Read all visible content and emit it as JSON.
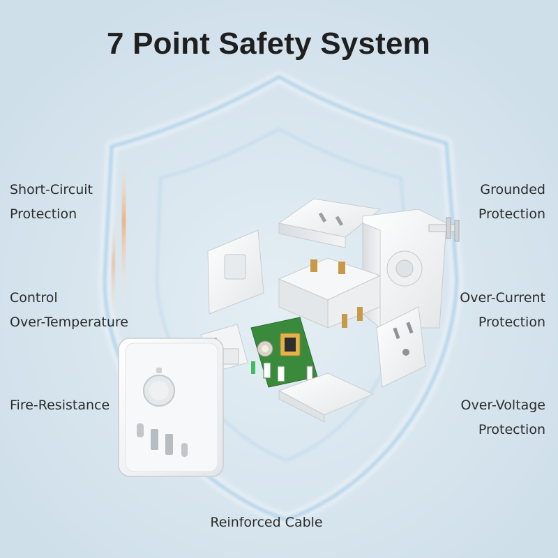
{
  "title": "7 Point Safety System",
  "features": {
    "short_circuit": {
      "line1": "Short-Circuit",
      "line2": "Protection"
    },
    "control_temperature": {
      "line1": "Control",
      "line2": "Over-Temperature"
    },
    "fire_resistance": {
      "line1": "Fire-Resistance"
    },
    "grounded": {
      "line1": "Grounded",
      "line2": "Protection"
    },
    "over_current": {
      "line1": "Over-Current",
      "line2": "Protection"
    },
    "over_voltage": {
      "line1": "Over-Voltage",
      "line2": "Protection"
    },
    "reinforced_cable": {
      "line1": "Reinforced Cable"
    }
  },
  "colors": {
    "background": "#d4e3ec",
    "shield_outline": "#a9cde6",
    "glow_warm": "#f0b27a",
    "plastic": "#f4f4f4",
    "pcb": "#3a8a3c",
    "copper": "#c89a48"
  },
  "icons": [
    "shield-icon",
    "exploded-power-strip-icon"
  ]
}
